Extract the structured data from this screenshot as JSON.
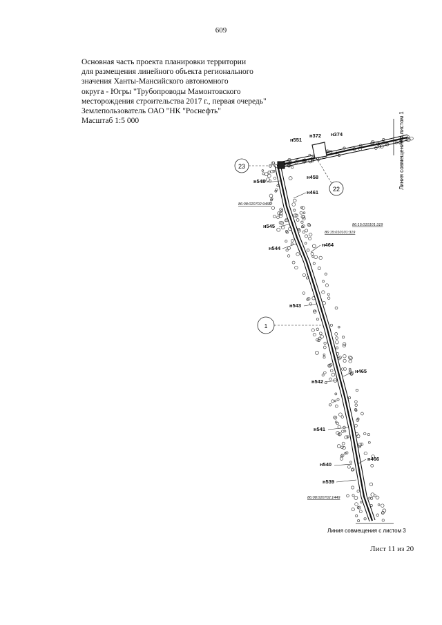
{
  "page_number": "609",
  "header": {
    "lines": [
      "Основная часть проекта планировки территории",
      "для размещения линейного объекта регионального",
      "значения Ханты-Мансийского автономного",
      "округа - Югры \"Трубопроводы Мамонтовского",
      "месторождения строительства 2017 г., первая очередь\"",
      "Землепользователь ОАО \"НК \"Роснефть\"",
      "Масштаб 1:5 000"
    ]
  },
  "map": {
    "match_line_right": "Линия совмещения с листом 1",
    "match_line_bottom": "Линия совмещения с листом 3",
    "circled_labels": [
      "23",
      "22",
      "1"
    ],
    "point_labels": [
      "н551",
      "н372",
      "н374",
      "н458",
      "н548",
      "н461",
      "н545",
      "н544",
      "н464",
      "н543",
      "н465",
      "н542",
      "н541",
      "н540",
      "н466",
      "н539"
    ],
    "parcel_numbers": [
      "86:08:020702:9460",
      "86:15:010101:319",
      "86:15:010101:319",
      "86:08:020702:1449"
    ]
  },
  "footer": {
    "sheet": "Лист 11 из 20"
  }
}
